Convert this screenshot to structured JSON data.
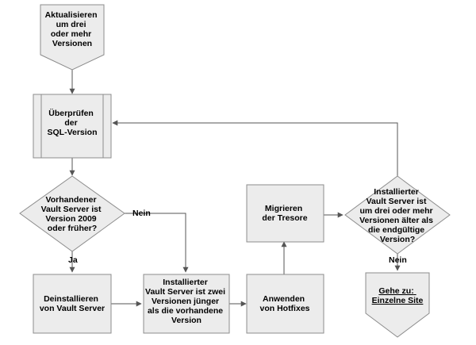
{
  "nodes": {
    "start": [
      "Aktualisieren",
      "um drei",
      "oder mehr",
      "Versionen"
    ],
    "check_sql": [
      "Überprüfen",
      "der",
      "SQL-Version"
    ],
    "decision_2009": [
      "Vorhandener",
      "Vault Server ist",
      "Version 2009",
      "oder früher?"
    ],
    "uninstall": [
      "Deinstallieren",
      "von Vault Server"
    ],
    "installed_two_newer": [
      "Installierter",
      "Vault Server ist zwei",
      "Versionen jünger",
      "als die vorhandene",
      "Version"
    ],
    "apply_hotfixes": [
      "Anwenden",
      "von Hotfixes"
    ],
    "migrate_vaults": [
      "Migrieren",
      "der Tresore"
    ],
    "decision_older": [
      "Installierter",
      "Vault Server ist",
      "um drei oder mehr",
      "Versionen älter als",
      "die endgültige",
      "Version?"
    ],
    "goto_single_site": [
      "Gehe zu:",
      "Einzelne Site"
    ]
  },
  "edge_labels": {
    "nein_1": "Nein",
    "ja": "Ja",
    "nein_2": "Nein"
  },
  "colors": {
    "node_fill": "#ececec",
    "node_stroke": "#8c8c8c",
    "edge": "#555555"
  }
}
